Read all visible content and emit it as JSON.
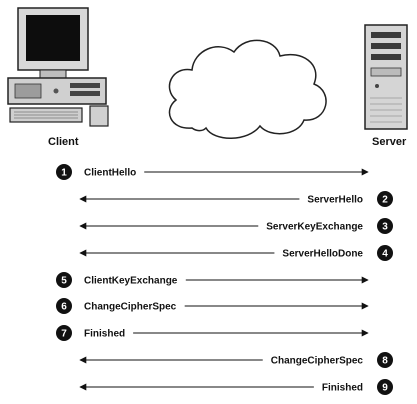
{
  "labels": {
    "client": "Client",
    "server": "Server"
  },
  "messages": [
    {
      "step": "1",
      "label": "ClientHello",
      "direction": "to-server"
    },
    {
      "step": "2",
      "label": "ServerHello",
      "direction": "to-client"
    },
    {
      "step": "3",
      "label": "ServerKeyExchange",
      "direction": "to-client"
    },
    {
      "step": "4",
      "label": "ServerHelloDone",
      "direction": "to-client"
    },
    {
      "step": "5",
      "label": "ClientKeyExchange",
      "direction": "to-server"
    },
    {
      "step": "6",
      "label": "ChangeCipherSpec",
      "direction": "to-server"
    },
    {
      "step": "7",
      "label": "Finished",
      "direction": "to-server"
    },
    {
      "step": "8",
      "label": "ChangeCipherSpec",
      "direction": "to-client"
    },
    {
      "step": "9",
      "label": "Finished",
      "direction": "to-client"
    }
  ],
  "icons": {
    "client": "desktop-computer-icon",
    "network": "cloud-icon",
    "server": "server-tower-icon"
  },
  "colors": {
    "ink": "#111111",
    "badge": "#111111",
    "device_gray": "#cfcfcf"
  }
}
